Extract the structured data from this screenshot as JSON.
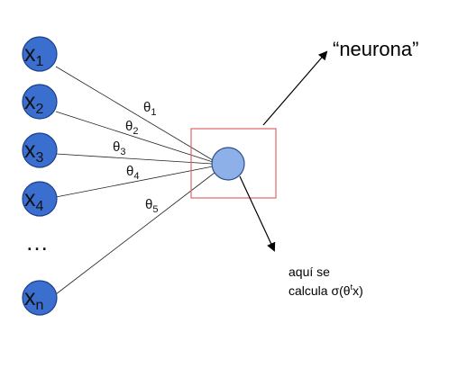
{
  "colors": {
    "input_fill": "#3a6fd0",
    "input_stroke": "#1f3f8a",
    "neuron_fill": "#8db0e8",
    "neuron_stroke": "#2f4e88",
    "box_stroke": "#e06666",
    "line": "#222222"
  },
  "inputs": [
    {
      "base": "x",
      "sub": "1"
    },
    {
      "base": "x",
      "sub": "2"
    },
    {
      "base": "x",
      "sub": "3"
    },
    {
      "base": "x",
      "sub": "4"
    },
    {
      "base": "x",
      "sub": "n"
    }
  ],
  "ellipsis": "…",
  "weights": [
    {
      "base": "θ",
      "sub": "1"
    },
    {
      "base": "θ",
      "sub": "2"
    },
    {
      "base": "θ",
      "sub": "3"
    },
    {
      "base": "θ",
      "sub": "4"
    },
    {
      "base": "θ",
      "sub": "5"
    }
  ],
  "neuron_label": "“neurona”",
  "annotation": {
    "line1": "aquí se",
    "line2_prefix": "calcula σ(θ",
    "line2_sup": "t",
    "line2_suffix": "x)"
  }
}
